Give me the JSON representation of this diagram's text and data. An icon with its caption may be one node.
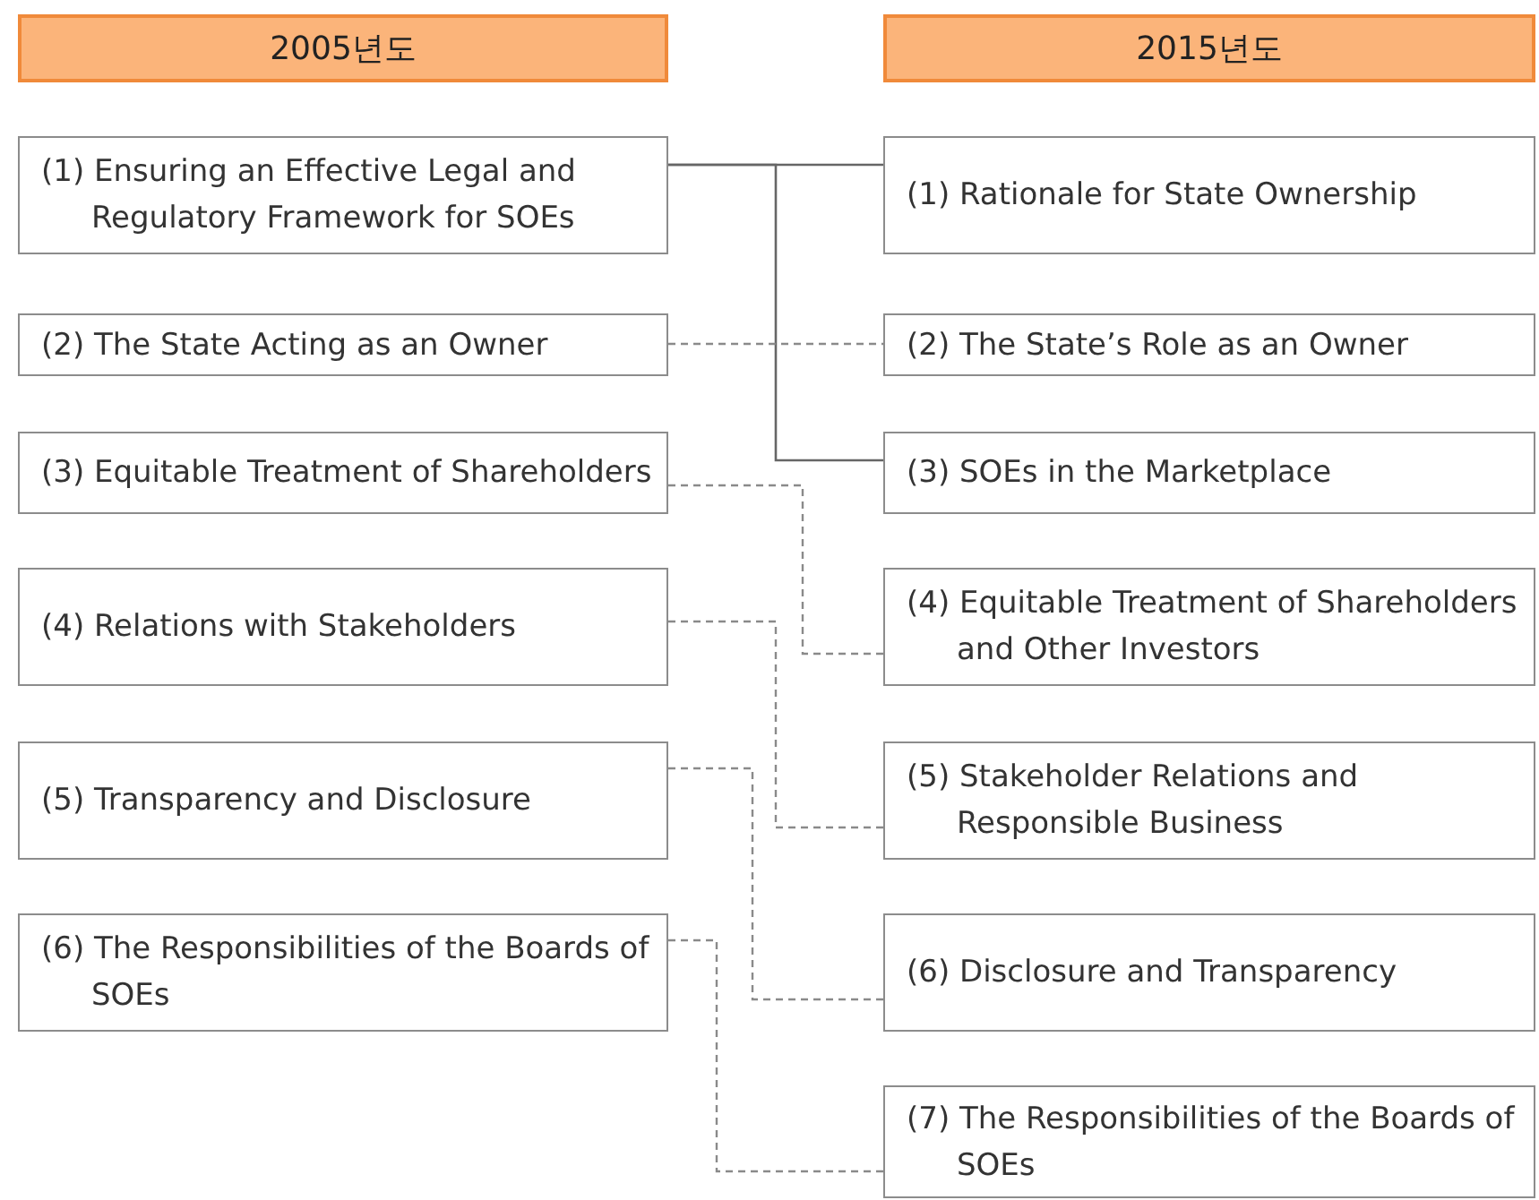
{
  "diagram": {
    "nodes": [
      {
        "text": [
          "2005년도"
        ]
      },
      {
        "text": [
          "2015년도"
        ]
      },
      {
        "text": [
          "(1) Ensuring an Effective Legal and Regulatory Framework for SOEs"
        ]
      },
      {
        "text": [
          "(2) The State Acting as an Owner"
        ]
      },
      {
        "text": [
          "(3) Equitable Treatment of Shareholders"
        ]
      },
      {
        "text": [
          "(4) Relations with Stakeholders"
        ]
      },
      {
        "text": [
          "(5) Transparency and Disclosure"
        ]
      },
      {
        "text": [
          "(6) The Responsibilities of the Boards of SOEs"
        ]
      },
      {
        "text": [
          "(1) Rationale for State Ownership"
        ]
      },
      {
        "text": [
          "(2) The State’s Role as an Owner"
        ]
      },
      {
        "text": [
          "(3) SOEs in the Marketplace"
        ]
      },
      {
        "text": [
          "(4) Equitable Treatment of Shareholders and Other Investors"
        ]
      },
      {
        "text": [
          "(5) Stakeholder Relations and Responsible Business"
        ]
      },
      {
        "text": [
          "(6) Disclosure and Transparency"
        ]
      },
      {
        "text": [
          "(7) The Responsibilities of the Boards of SOEs"
        ]
      }
    ],
    "edges": [
      {
        "from": 2,
        "to": 8,
        "arrow": "none"
      },
      {
        "from": 2,
        "to": 10,
        "arrow": "none"
      },
      {
        "from": 3,
        "to": 9,
        "arrow": "none",
        "style": "dashed"
      },
      {
        "from": 4,
        "to": 11,
        "arrow": "none",
        "style": "dashed"
      },
      {
        "from": 5,
        "to": 12,
        "arrow": "none",
        "style": "dashed"
      },
      {
        "from": 6,
        "to": 13,
        "arrow": "none",
        "style": "dashed"
      },
      {
        "from": 7,
        "to": 14,
        "arrow": "none",
        "style": "dashed"
      }
    ]
  }
}
